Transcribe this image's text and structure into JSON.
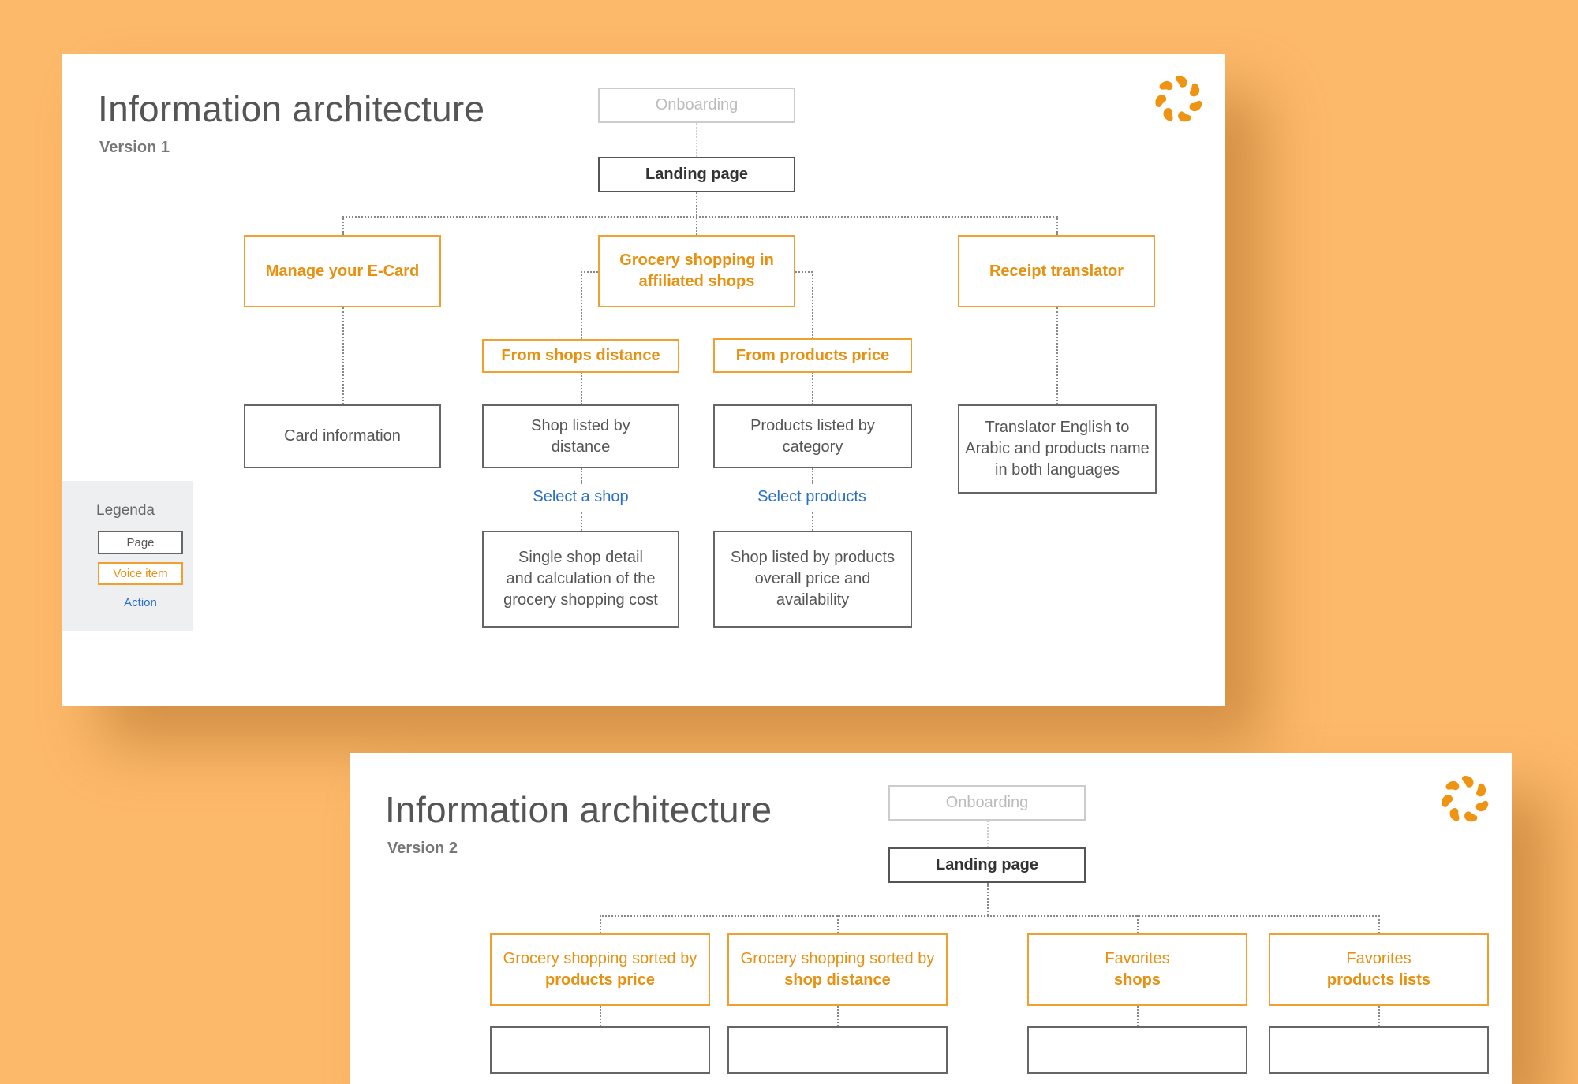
{
  "colors": {
    "background": "#fdb96a",
    "voice": "#e8900f",
    "action": "#2a6fc4",
    "page": "#555555"
  },
  "logo_icon": "orange-swirl-logo",
  "version1": {
    "title": "Information architecture",
    "version": "Version 1",
    "onboarding": "Onboarding",
    "landing": "Landing page",
    "ecard": "Manage your E-Card",
    "grocery": "Grocery shopping in\naffiliated shops",
    "receipt": "Receipt translator",
    "from_distance": "From shops distance",
    "from_price": "From products price",
    "card_info": "Card information",
    "shop_listed": "Shop listed by\ndistance",
    "products_listed": "Products listed by\ncategory",
    "translator": "Translator English to\nArabic and products name\nin both languages",
    "select_shop": "Select a shop",
    "select_products": "Select products",
    "single_shop": "Single shop detail\nand calculation of the\ngrocery shopping cost",
    "shop_by_products": "Shop listed by products\noverall price and\navailability",
    "legend": {
      "title": "Legenda",
      "page": "Page",
      "voice": "Voice item",
      "action": "Action"
    }
  },
  "version2": {
    "title": "Information architecture",
    "version": "Version 2",
    "onboarding": "Onboarding",
    "landing": "Landing page",
    "items": [
      {
        "line1": "Grocery shopping sorted by",
        "line2": "products price"
      },
      {
        "line1": "Grocery shopping sorted by",
        "line2": "shop distance"
      },
      {
        "line1": "Favorites",
        "line2": "shops"
      },
      {
        "line1": "Favorites",
        "line2": "products lists"
      }
    ]
  }
}
